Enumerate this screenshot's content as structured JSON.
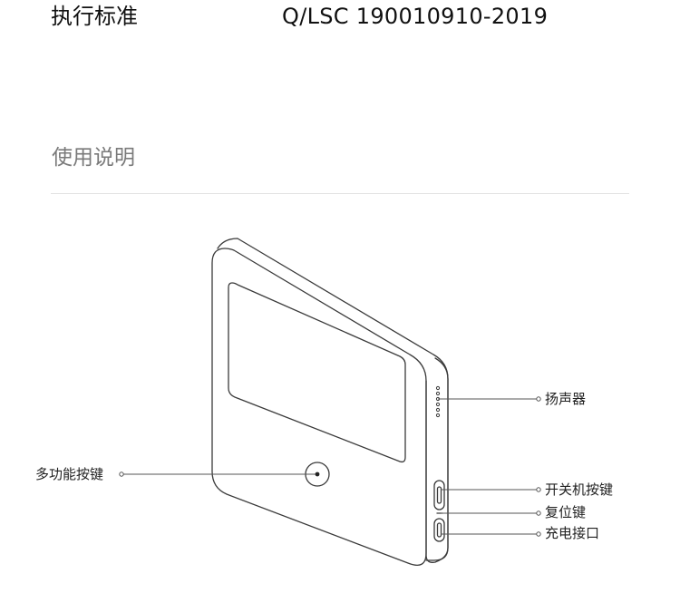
{
  "spec": {
    "label": "执行标准",
    "value": "Q/LSC 190010910-2019"
  },
  "section": {
    "title": "使用说明"
  },
  "callouts": {
    "speaker": "扬声器",
    "multi_function_button": "多功能按键",
    "power_button": "开关机按键",
    "reset_button": "复位键",
    "charging_port": "充电接口"
  }
}
